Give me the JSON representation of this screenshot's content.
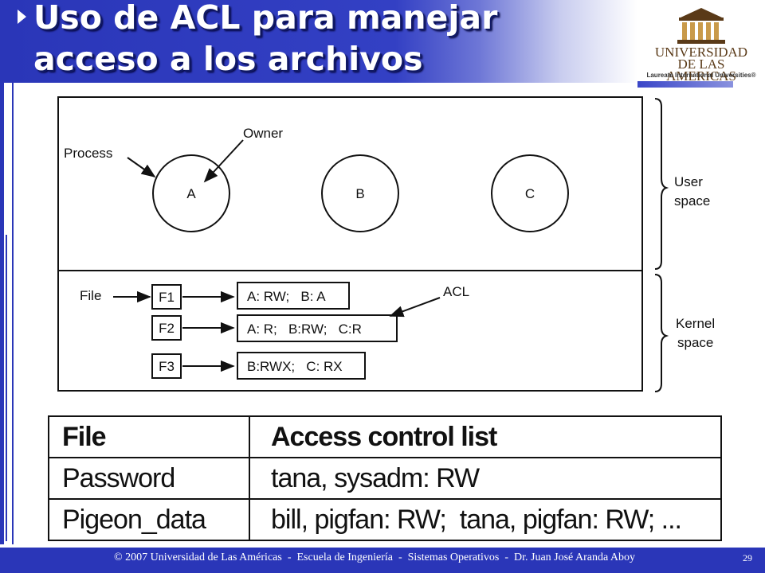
{
  "slide": {
    "title_line1": "Uso de ACL para manejar",
    "title_line2": "acceso a los archivos"
  },
  "logo": {
    "name_line1": "UNIVERSIDAD",
    "name_line2": "DE LAS AMERICAS",
    "tagline": "Laureate International Universities®"
  },
  "diagram": {
    "processes": [
      "A",
      "B",
      "C"
    ],
    "labels": {
      "process": "Process",
      "owner": "Owner",
      "file": "File",
      "acl": "ACL",
      "user_space_1": "User",
      "user_space_2": "space",
      "kernel_space_1": "Kernel",
      "kernel_space_2": "space"
    },
    "files": [
      {
        "name": "F1",
        "acl": "A: RW;   B: A"
      },
      {
        "name": "F2",
        "acl": "A: R;   B:RW;   C:R"
      },
      {
        "name": "F3",
        "acl": "B:RWX;   C: RX"
      }
    ]
  },
  "acl_table": {
    "headers": [
      "File",
      "Access control list"
    ],
    "rows": [
      [
        "Password",
        "tana, sysadm: RW"
      ],
      [
        "Pigeon_data",
        "bill, pigfan: RW;  tana, pigfan: RW; ..."
      ]
    ]
  },
  "footer": {
    "text": "© 2007 Universidad de Las Américas  -  Escuela de Ingeniería  -  Sistemas Operativos  -  Dr. Juan José Aranda Aboy",
    "page": "29"
  },
  "colors": {
    "banner_blue": "#2a36b8",
    "logo_brown": "#5a3a18"
  }
}
